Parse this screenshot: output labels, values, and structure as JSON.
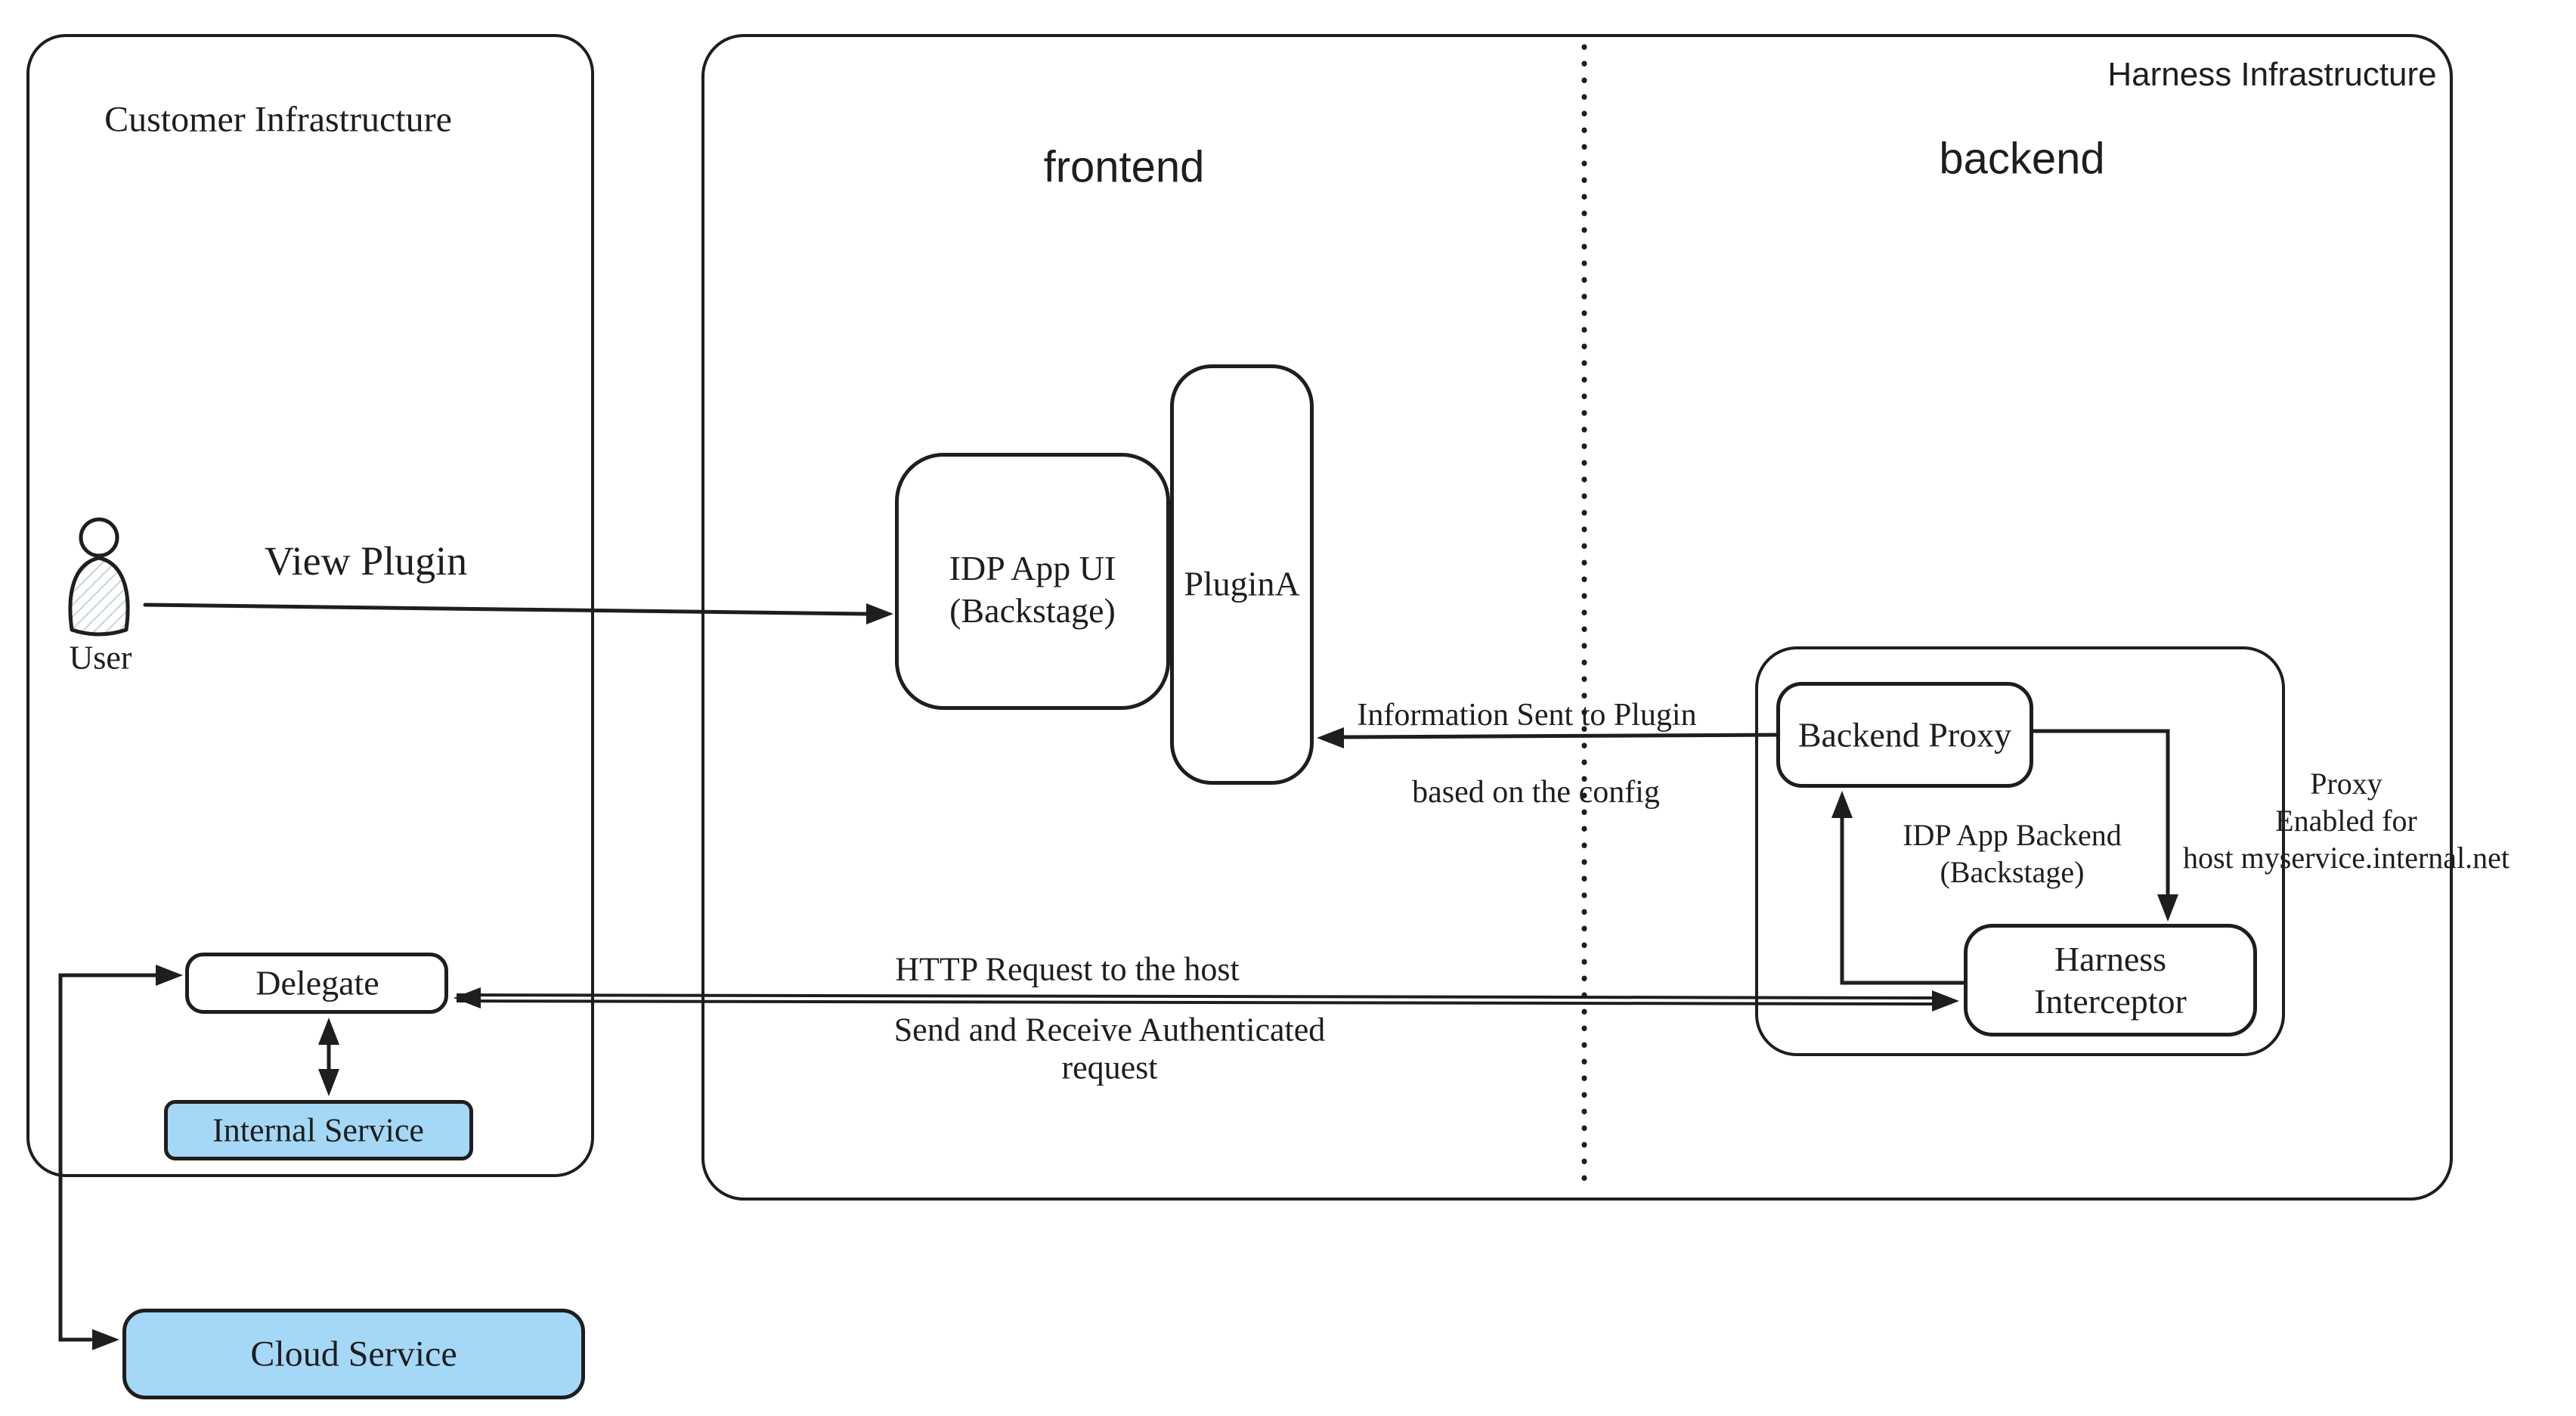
{
  "colors": {
    "stroke": "#1e1e1e",
    "service_fill": "#a5d8f7",
    "hatch_fill": "#c7d3dd",
    "background": "#ffffff"
  },
  "regions": {
    "customer": {
      "title": "Customer Infrastructure"
    },
    "harness": {
      "title": "Harness Infrastructure",
      "frontend_heading": "frontend",
      "backend_heading": "backend"
    },
    "idp_backend_group": {
      "line1": "IDP App Backend",
      "line2": "(Backstage)"
    }
  },
  "nodes": {
    "user": {
      "label": "User",
      "icon": "person-icon"
    },
    "delegate": {
      "label": "Delegate"
    },
    "internal_service": {
      "label": "Internal Service"
    },
    "cloud_service": {
      "label": "Cloud Service"
    },
    "idp_app_ui": {
      "line1": "IDP App UI",
      "line2": "(Backstage)"
    },
    "plugin_a": {
      "label": "PluginA"
    },
    "backend_proxy": {
      "label": "Backend Proxy"
    },
    "harness_interceptor": {
      "line1": "Harness",
      "line2": "Interceptor"
    }
  },
  "edges": {
    "view_plugin": {
      "label": "View Plugin"
    },
    "info_sent": {
      "line1": "Information Sent to Plugin",
      "line2": "based on the config"
    },
    "http_request": {
      "label": "HTTP Request to the host"
    },
    "auth_request": {
      "line1": "Send and Receive Authenticated",
      "line2": "request"
    },
    "proxy_enabled": {
      "line1": "Proxy",
      "line2": "Enabled for",
      "line3": "host myservice.internal.net"
    }
  }
}
